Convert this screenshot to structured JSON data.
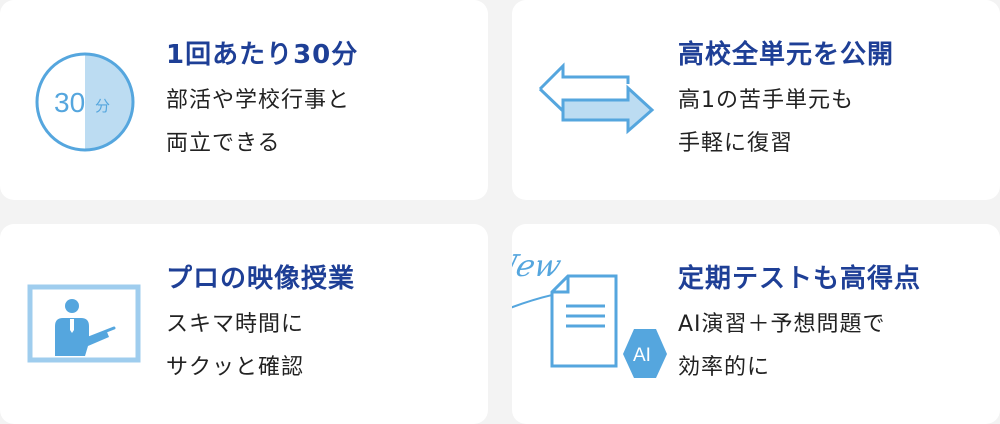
{
  "colors": {
    "accent": "#1e3f96",
    "icon": "#55a6de",
    "icon_light": "#bcdcf2"
  },
  "features": [
    {
      "icon": "clock-30-icon",
      "icon_text": "30",
      "icon_unit": "分",
      "title": "1回あたり30分",
      "lines": [
        "部活や学校行事と",
        "両立できる"
      ]
    },
    {
      "icon": "swap-arrows-icon",
      "title": "高校全単元を公開",
      "lines": [
        "高1の苦手単元も",
        "手軽に復習"
      ]
    },
    {
      "icon": "video-lecture-icon",
      "title": "プロの映像授業",
      "lines": [
        "スキマ時間に",
        "サクッと確認"
      ]
    },
    {
      "icon": "ai-document-icon",
      "badge": "New",
      "icon_text": "AI",
      "title": "定期テストも高得点",
      "lines": [
        "AI演習＋予想問題で",
        "効率的に"
      ]
    }
  ]
}
